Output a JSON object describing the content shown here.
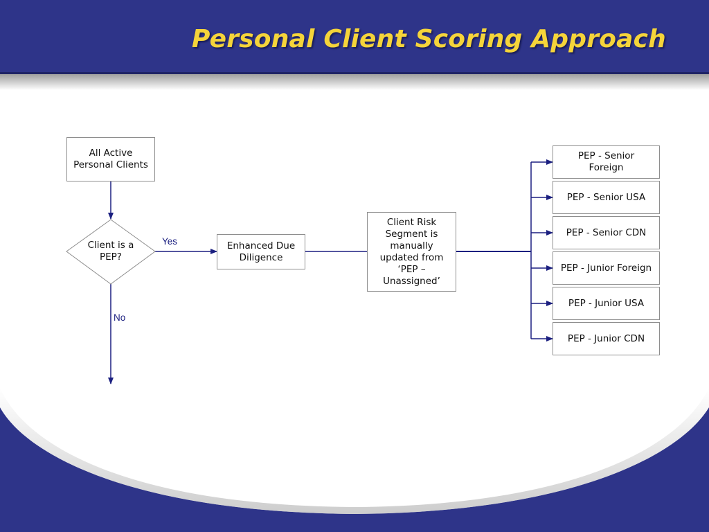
{
  "slide": {
    "title": "Personal Client Scoring Approach"
  },
  "nodes": {
    "start": "All Active Personal Clients",
    "decision": "Client is a PEP?",
    "edd": "Enhanced Due Diligence",
    "risk_update": "Client Risk Segment is manually updated from ‘PEP – Unassigned’"
  },
  "edge_labels": {
    "yes": "Yes",
    "no": "No"
  },
  "segments": [
    "PEP - Senior Foreign",
    "PEP - Senior USA",
    "PEP - Senior CDN",
    "PEP - Junior Foreign",
    "PEP - Junior USA",
    "PEP - Junior CDN"
  ],
  "colors": {
    "background": "#2e3489",
    "title": "#f5d43a",
    "connector": "#1b1f80",
    "box_border": "#8e8e8e"
  }
}
